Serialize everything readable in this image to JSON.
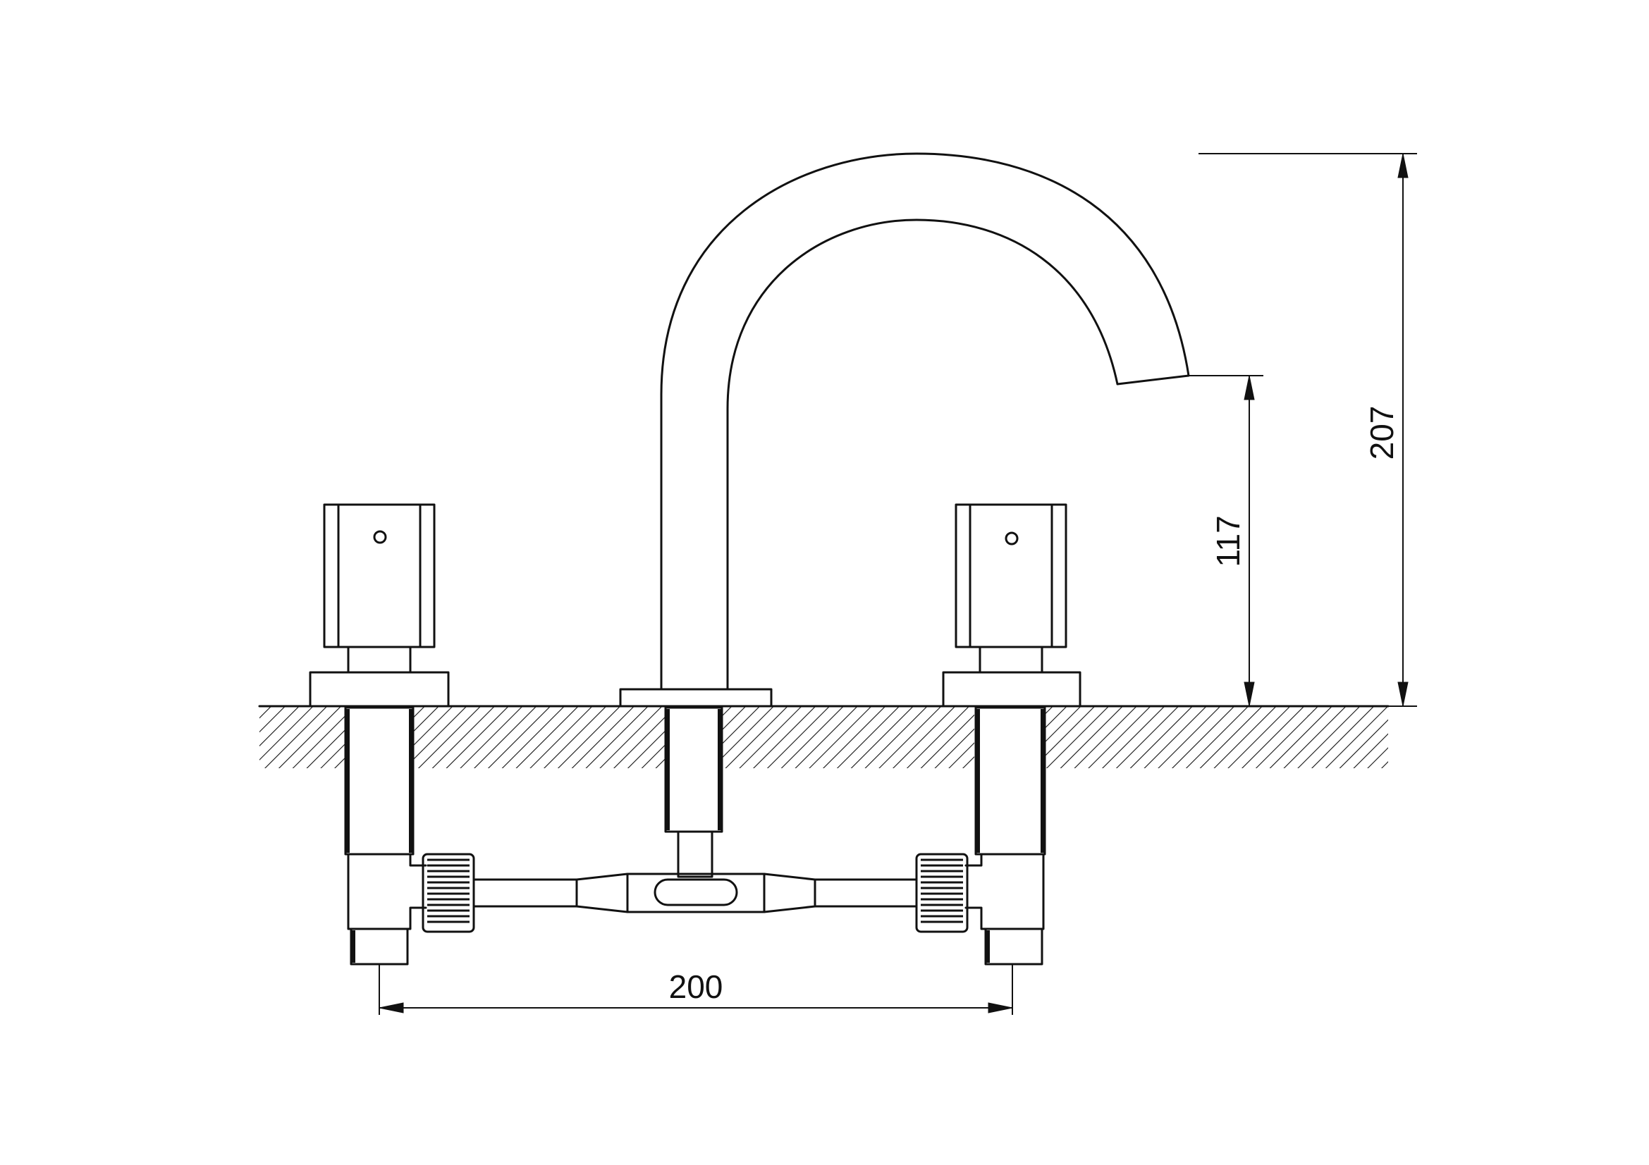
{
  "drawing": {
    "dimensions": {
      "overall_height": "207",
      "spout_height": "117",
      "handle_spacing": "200"
    },
    "colors": {
      "line": "#111111",
      "background": "#ffffff"
    }
  }
}
